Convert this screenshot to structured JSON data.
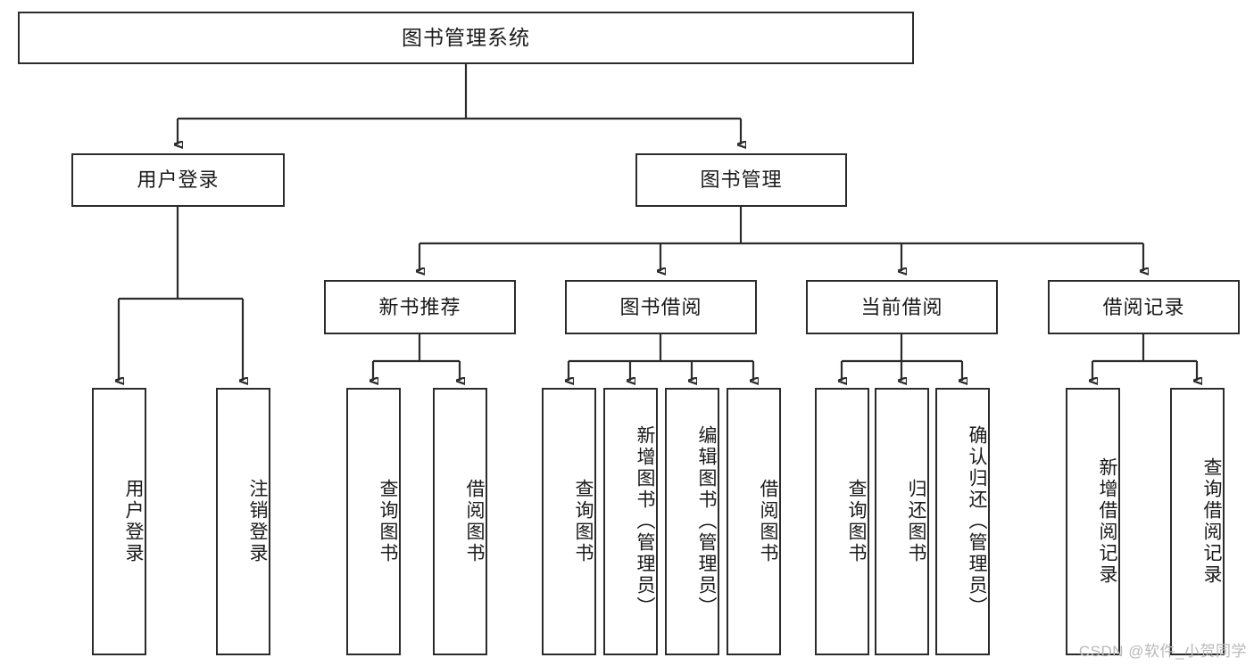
{
  "diagram": {
    "title": "图书管理系统",
    "type": "tree-hierarchy-diagram",
    "root": {
      "label": "图书管理系统"
    },
    "level2": [
      {
        "id": "user-login",
        "label": "用户登录"
      },
      {
        "id": "book-manage",
        "label": "图书管理"
      }
    ],
    "level3": [
      {
        "id": "new-book-recommend",
        "label": "新书推荐",
        "parent": "book-manage"
      },
      {
        "id": "book-borrow",
        "label": "图书借阅",
        "parent": "book-manage"
      },
      {
        "id": "current-borrow",
        "label": "当前借阅",
        "parent": "book-manage"
      },
      {
        "id": "borrow-record",
        "label": "借阅记录",
        "parent": "book-manage"
      }
    ],
    "leaves": [
      {
        "id": "leaf-user-login",
        "label": "用户登录",
        "parent": "user-login"
      },
      {
        "id": "leaf-logout-login",
        "label": "注销登录",
        "parent": "user-login"
      },
      {
        "id": "leaf-query-book-1",
        "label": "查询图书",
        "parent": "new-book-recommend"
      },
      {
        "id": "leaf-borrow-book-1",
        "label": "借阅图书",
        "parent": "new-book-recommend"
      },
      {
        "id": "leaf-query-book-2",
        "label": "查询图书",
        "parent": "book-borrow"
      },
      {
        "id": "leaf-add-book",
        "label": "新增图书（管理员）",
        "parent": "book-borrow"
      },
      {
        "id": "leaf-edit-book",
        "label": "编辑图书（管理员）",
        "parent": "book-borrow"
      },
      {
        "id": "leaf-borrow-book-2",
        "label": "借阅图书",
        "parent": "book-borrow"
      },
      {
        "id": "leaf-query-book-3",
        "label": "查询图书",
        "parent": "current-borrow"
      },
      {
        "id": "leaf-return-book",
        "label": "归还图书",
        "parent": "current-borrow"
      },
      {
        "id": "leaf-confirm-return",
        "label": "确认归还（管理员）",
        "parent": "current-borrow"
      },
      {
        "id": "leaf-add-record",
        "label": "新增借阅记录",
        "parent": "borrow-record"
      },
      {
        "id": "leaf-query-record",
        "label": "查询借阅记录",
        "parent": "borrow-record"
      }
    ],
    "watermark": "CSDN @软件_小贺同学",
    "colors": {
      "stroke": "#2b2b2b",
      "fill": "#ffffff",
      "text": "#1a1a1a",
      "watermark": "#b9b9b9"
    }
  }
}
